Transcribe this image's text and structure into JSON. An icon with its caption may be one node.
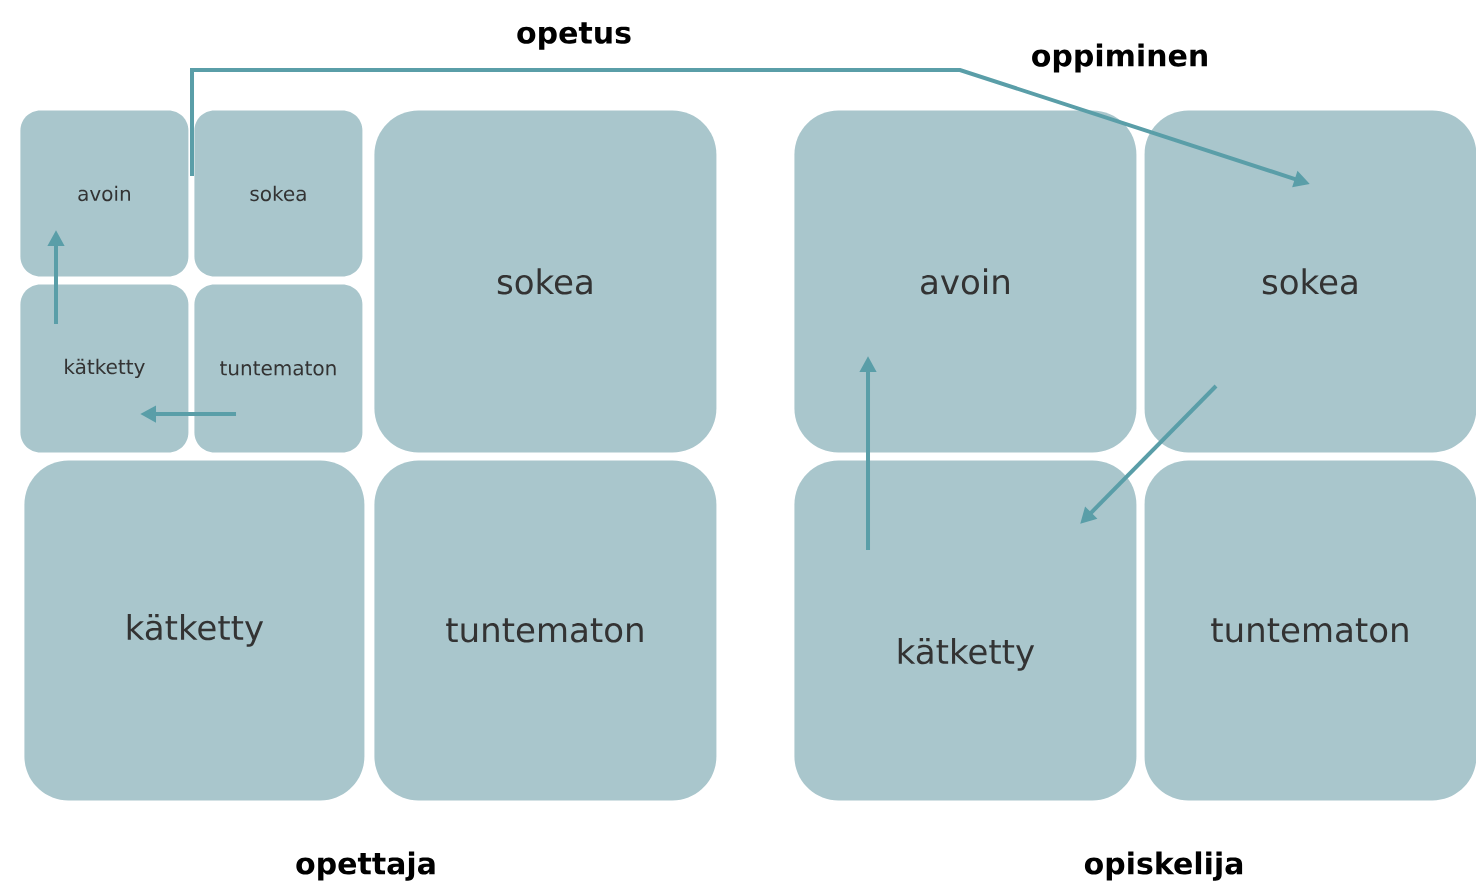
{
  "diagram": {
    "nodes": [
      {
        "text": [
          "avoin"
        ]
      },
      {
        "text": [
          "sokea"
        ]
      },
      {
        "text": [
          "kätketty"
        ]
      },
      {
        "text": [
          "tuntematon"
        ]
      },
      {
        "text": [
          "sokea"
        ]
      },
      {
        "text": [
          "kätketty"
        ]
      },
      {
        "text": [
          "tuntematon"
        ]
      },
      {
        "text": [
          "avoin"
        ]
      },
      {
        "text": [
          "sokea"
        ]
      },
      {
        "text": [
          "kätketty"
        ]
      },
      {
        "text": [
          "tuntematon"
        ]
      }
    ],
    "edges": [
      {
        "from": 2,
        "to": 0,
        "arrow": "to"
      },
      {
        "from": 3,
        "to": 2,
        "arrow": "to"
      },
      {
        "from": 0,
        "to": 8,
        "arrow": "to",
        "label": "opetus"
      },
      {
        "from": 9,
        "to": 7,
        "arrow": "to"
      },
      {
        "from": 8,
        "to": 9,
        "arrow": "to"
      }
    ],
    "labels": [
      "oppiminen",
      "opettaja",
      "opiskelija"
    ]
  }
}
